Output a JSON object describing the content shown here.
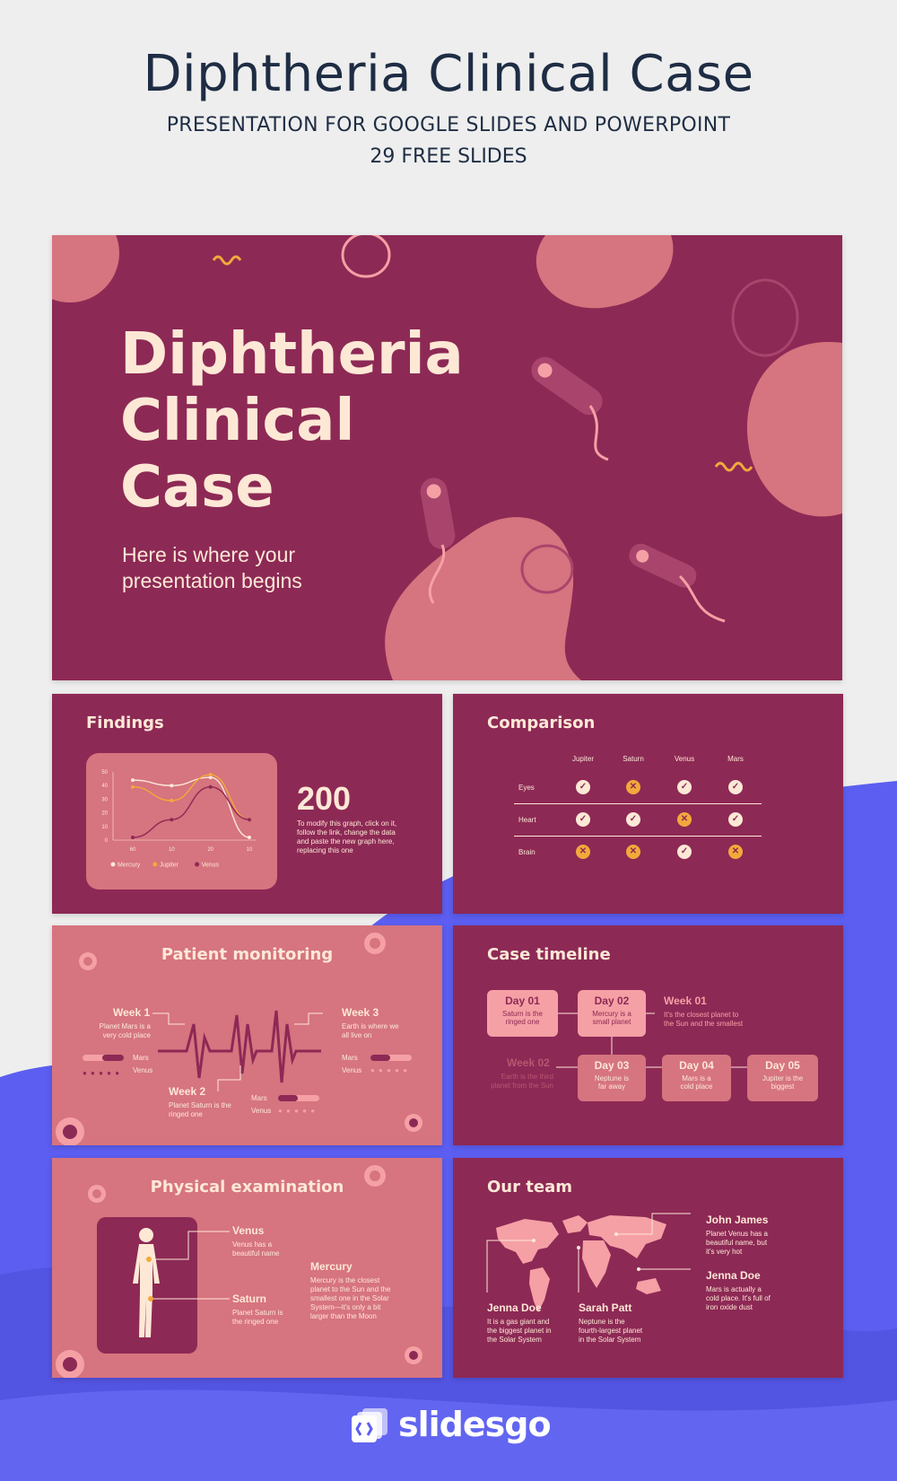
{
  "header": {
    "title": "Diphtheria Clinical Case",
    "subtitle": "PRESENTATION FOR GOOGLE SLIDES AND POWERPOINT",
    "count": "29 FREE SLIDES"
  },
  "cover": {
    "title_l1": "Diphtheria",
    "title_l2": "Clinical",
    "title_l3": "Case",
    "tagline_l1": "Here is where your",
    "tagline_l2": "presentation begins"
  },
  "findings": {
    "title": "Findings",
    "number": "200",
    "text_l1": "To modify this graph, click on it,",
    "text_l2": "follow the link, change the data",
    "text_l3": "and paste the new graph here,",
    "text_l4": "replacing this one",
    "chart_data": {
      "type": "line",
      "categories": [
        "60",
        "10",
        "20",
        "10"
      ],
      "yticks": [
        "0",
        "10",
        "20",
        "30",
        "40",
        "50"
      ],
      "ylim": [
        0,
        50
      ],
      "series": [
        {
          "name": "Mercury",
          "color": "#fde8d6",
          "values": [
            44,
            40,
            46,
            2
          ]
        },
        {
          "name": "Jupiter",
          "color": "#f2a93b",
          "values": [
            39,
            29,
            48,
            15
          ]
        },
        {
          "name": "Venus",
          "color": "#8d2955",
          "values": [
            2,
            15,
            39,
            15
          ]
        }
      ]
    }
  },
  "comparison": {
    "title": "Comparison",
    "cols": [
      "Jupiter",
      "Saturn",
      "Venus",
      "Mars"
    ],
    "rows": [
      {
        "label": "Eyes",
        "vals": [
          "ok",
          "no",
          "ok",
          "ok"
        ]
      },
      {
        "label": "Heart",
        "vals": [
          "ok",
          "ok",
          "no",
          "ok"
        ]
      },
      {
        "label": "Brain",
        "vals": [
          "no",
          "no",
          "ok",
          "no"
        ]
      }
    ]
  },
  "monitoring": {
    "title": "Patient monitoring",
    "w1": "Week 1",
    "w1d_l1": "Planet Mars is a",
    "w1d_l2": "very cold place",
    "w2": "Week 2",
    "w2d_l1": "Planet Saturn is the",
    "w2d_l2": "ringed one",
    "w3": "Week 3",
    "w3d_l1": "Earth is where we",
    "w3d_l2": "all live on",
    "mars": "Mars",
    "venus": "Venus"
  },
  "timeline": {
    "title": "Case timeline",
    "d1": "Day 01",
    "d1d_l1": "Saturn is the",
    "d1d_l2": "ringed one",
    "d2": "Day 02",
    "d2d_l1": "Mercury is a",
    "d2d_l2": "small planet",
    "wk1": "Week 01",
    "wk1d_l1": "It's the closest planet to",
    "wk1d_l2": "the Sun and the smallest",
    "wk2": "Week 02",
    "wk2d_l1": "Earth is the third",
    "wk2d_l2": "planet from the Sun",
    "d3": "Day 03",
    "d3d_l1": "Neptune is",
    "d3d_l2": "far away",
    "d4": "Day 04",
    "d4d_l1": "Mars is a",
    "d4d_l2": "cold place",
    "d5": "Day 05",
    "d5d_l1": "Jupiter is the",
    "d5d_l2": "biggest"
  },
  "exam": {
    "title": "Physical examination",
    "venus": "Venus",
    "venus_l1": "Venus has a",
    "venus_l2": "beautiful name",
    "saturn": "Saturn",
    "saturn_l1": "Planet Saturn is",
    "saturn_l2": "the ringed one",
    "mercury": "Mercury",
    "merc_l1": "Mercury is the closest",
    "merc_l2": "planet to the Sun and the",
    "merc_l3": "smallest one in the Solar",
    "merc_l4": "System—it's only a bit",
    "merc_l5": "larger than the Moon"
  },
  "team": {
    "title": "Our team",
    "p1": "John James",
    "p1_l1": "Planet Venus has a",
    "p1_l2": "beautiful name, but",
    "p1_l3": "it's very hot",
    "p2": "Jenna Doe",
    "p2_l1": "Mars is actually a",
    "p2_l2": "cold place. It's full of",
    "p2_l3": "iron oxide dust",
    "p3": "Jenna Doe",
    "p3_l1": "It is a gas giant and",
    "p3_l2": "the biggest planet in",
    "p3_l3": "the Solar System",
    "p4": "Sarah Patt",
    "p4_l1": "Neptune is the",
    "p4_l2": "fourth-largest planet",
    "p4_l3": "in the Solar System"
  },
  "brand": {
    "name": "slidesgo"
  }
}
